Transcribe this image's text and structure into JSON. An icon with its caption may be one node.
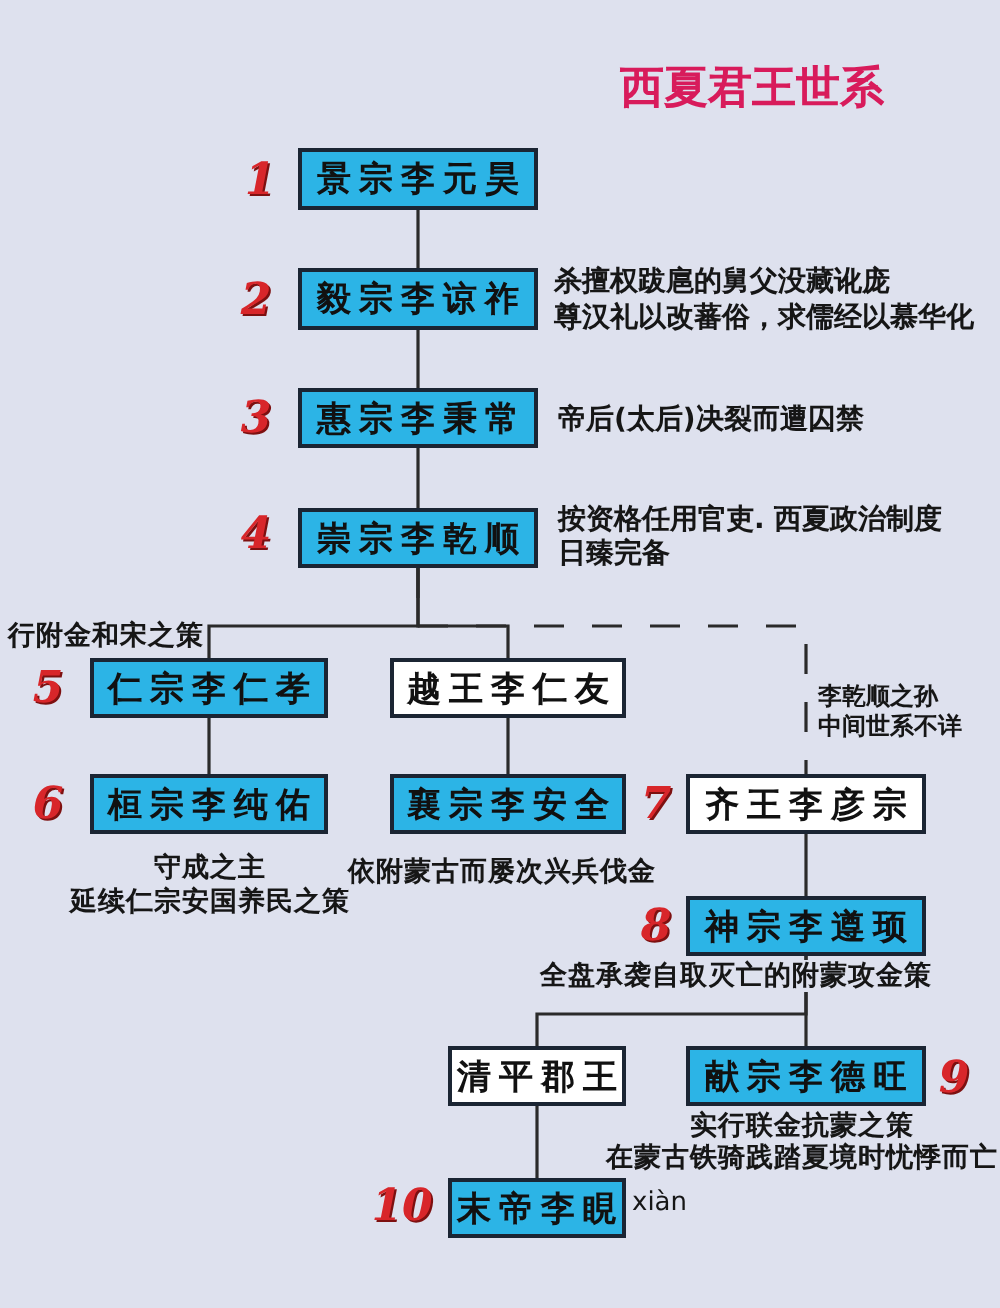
{
  "diagram": {
    "title": "西夏君王世系",
    "nodes": [
      {
        "text": [
          "景宗李元昊"
        ]
      },
      {
        "text": [
          "毅宗李谅祚"
        ],
        "beside": [
          "杀擅权跋扈的舅父没藏讹庞",
          "尊汉礼以改蕃俗，求儒经以慕华化"
        ]
      },
      {
        "text": [
          "惠宗李秉常"
        ],
        "beside": [
          "帝后(太后)决裂而遭囚禁"
        ]
      },
      {
        "text": [
          "崇宗李乾顺"
        ],
        "beside": [
          "按资格任用官吏. 西夏政治制度日臻完备"
        ]
      },
      {
        "text": [
          "仁宗李仁孝"
        ],
        "beside": [
          "行附金和宋之策"
        ]
      },
      {
        "text": [
          "越王李仁友"
        ]
      },
      {
        "text": [
          "桓宗李纯佑"
        ],
        "beside": [
          "守成之主",
          "延续仁宗安国养民之策"
        ]
      },
      {
        "text": [
          "襄宗李安全"
        ],
        "beside": [
          "依附蒙古而屡次兴兵伐金"
        ]
      },
      {
        "text": [
          "齐王李彦宗"
        ]
      },
      {
        "text": [
          "神宗李遵顼"
        ],
        "beside": [
          "全盘承袭自取灭亡的附蒙攻金策"
        ]
      },
      {
        "text": [
          "清平郡王"
        ]
      },
      {
        "text": [
          "献宗李德旺"
        ],
        "beside": [
          "实行联金抗蒙之策",
          "在蒙古铁骑践踏夏境时忧悸而亡"
        ]
      },
      {
        "text": [
          "末帝李睍"
        ],
        "beside": [
          "xiàn"
        ]
      }
    ],
    "edges": [
      {
        "from": 0,
        "to": 1,
        "arrow": "none"
      },
      {
        "from": 1,
        "to": 2,
        "arrow": "none"
      },
      {
        "from": 2,
        "to": 3,
        "arrow": "none"
      },
      {
        "from": 3,
        "to": 4,
        "arrow": "none"
      },
      {
        "from": 3,
        "to": 5,
        "arrow": "none"
      },
      {
        "from": 3,
        "to": 8,
        "arrow": "none",
        "style": "dashed",
        "label": "李乾顺之孙中间世系不详"
      },
      {
        "from": 4,
        "to": 6,
        "arrow": "none"
      },
      {
        "from": 5,
        "to": 7,
        "arrow": "none"
      },
      {
        "from": 8,
        "to": 9,
        "arrow": "none"
      },
      {
        "from": 9,
        "to": 10,
        "arrow": "none"
      },
      {
        "from": 9,
        "to": 11,
        "arrow": "none"
      },
      {
        "from": 10,
        "to": 12,
        "arrow": "none"
      }
    ],
    "labels": [
      "1",
      "2",
      "3",
      "4",
      "5",
      "6",
      "7",
      "8",
      "9",
      "10"
    ]
  }
}
